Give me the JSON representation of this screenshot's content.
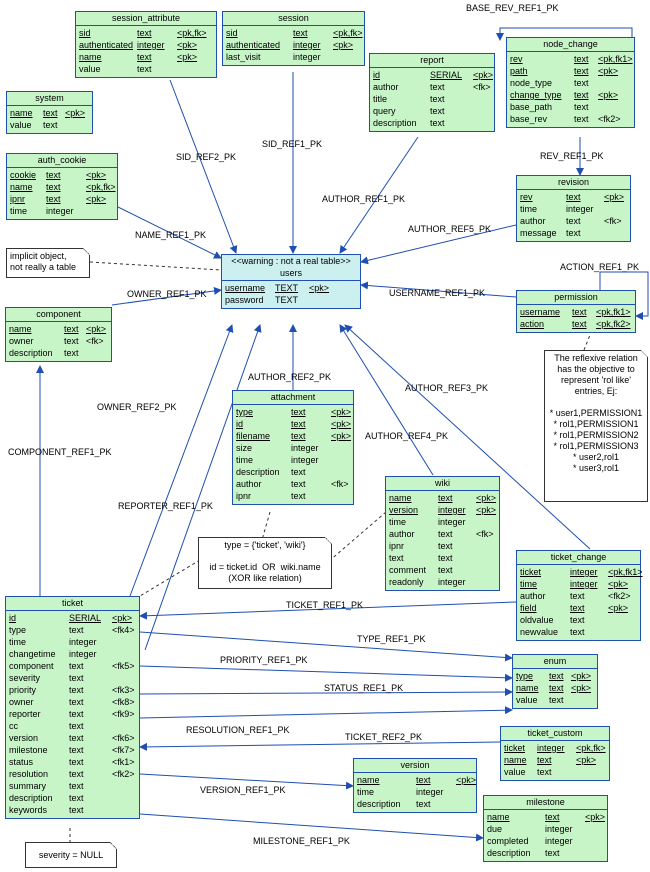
{
  "entities": {
    "session_attribute": {
      "name": "session_attribute",
      "rows": [
        [
          "sid",
          "text",
          "<pk,fk>"
        ],
        [
          "authenticated",
          "integer",
          "<pk>"
        ],
        [
          "name",
          "text",
          "<pk>"
        ],
        [
          "value",
          "text",
          ""
        ]
      ],
      "pk": [
        0,
        1,
        2
      ]
    },
    "session": {
      "name": "session",
      "rows": [
        [
          "sid",
          "text",
          "<pk,fk>"
        ],
        [
          "authenticated",
          "integer",
          "<pk>"
        ],
        [
          "last_visit",
          "integer",
          ""
        ]
      ],
      "pk": [
        0,
        1
      ]
    },
    "report": {
      "name": "report",
      "rows": [
        [
          "id",
          "SERIAL",
          "<pk>"
        ],
        [
          "author",
          "text",
          "<fk>"
        ],
        [
          "title",
          "text",
          ""
        ],
        [
          "query",
          "text",
          ""
        ],
        [
          "description",
          "text",
          ""
        ]
      ],
      "pk": [
        0
      ]
    },
    "node_change": {
      "name": "node_change",
      "rows": [
        [
          "rev",
          "text",
          "<pk,fk1>"
        ],
        [
          "path",
          "text",
          "<pk>"
        ],
        [
          "node_type",
          "text",
          ""
        ],
        [
          "change_type",
          "text",
          "<pk>"
        ],
        [
          "base_path",
          "text",
          ""
        ],
        [
          "base_rev",
          "text",
          "<fk2>"
        ]
      ],
      "pk": [
        0,
        1,
        3
      ]
    },
    "system": {
      "name": "system",
      "rows": [
        [
          "name",
          "text",
          "<pk>"
        ],
        [
          "value",
          "text",
          ""
        ]
      ],
      "pk": [
        0
      ]
    },
    "auth_cookie": {
      "name": "auth_cookie",
      "rows": [
        [
          "cookie",
          "text",
          "<pk>"
        ],
        [
          "name",
          "text",
          "<pk,fk>"
        ],
        [
          "ipnr",
          "text",
          "<pk>"
        ],
        [
          "time",
          "integer",
          ""
        ]
      ],
      "pk": [
        0,
        1,
        2
      ]
    },
    "revision": {
      "name": "revision",
      "rows": [
        [
          "rev",
          "text",
          "<pk>"
        ],
        [
          "time",
          "integer",
          ""
        ],
        [
          "author",
          "text",
          "<fk>"
        ],
        [
          "message",
          "text",
          ""
        ]
      ],
      "pk": [
        0
      ]
    },
    "users": {
      "name": "users",
      "stereotype": "<<warning : not a real table>>",
      "rows": [
        [
          "username",
          "TEXT",
          "<pk>"
        ],
        [
          "password",
          "TEXT",
          ""
        ]
      ],
      "pk": [
        0
      ]
    },
    "permission": {
      "name": "permission",
      "rows": [
        [
          "username",
          "text",
          "<pk,fk1>"
        ],
        [
          "action",
          "text",
          "<pk,fk2>"
        ]
      ],
      "pk": [
        0,
        1
      ]
    },
    "component": {
      "name": "component",
      "rows": [
        [
          "name",
          "text",
          "<pk>"
        ],
        [
          "owner",
          "text",
          "<fk>"
        ],
        [
          "description",
          "text",
          ""
        ]
      ],
      "pk": [
        0
      ]
    },
    "attachment": {
      "name": "attachment",
      "rows": [
        [
          "type",
          "text",
          "<pk>"
        ],
        [
          "id",
          "text",
          "<pk>"
        ],
        [
          "filename",
          "text",
          "<pk>"
        ],
        [
          "size",
          "integer",
          ""
        ],
        [
          "time",
          "integer",
          ""
        ],
        [
          "description",
          "text",
          ""
        ],
        [
          "author",
          "text",
          "<fk>"
        ],
        [
          "ipnr",
          "text",
          ""
        ]
      ],
      "pk": [
        0,
        1,
        2
      ]
    },
    "wiki": {
      "name": "wiki",
      "rows": [
        [
          "name",
          "text",
          "<pk>"
        ],
        [
          "version",
          "integer",
          "<pk>"
        ],
        [
          "time",
          "integer",
          ""
        ],
        [
          "author",
          "text",
          "<fk>"
        ],
        [
          "ipnr",
          "text",
          ""
        ],
        [
          "text",
          "text",
          ""
        ],
        [
          "comment",
          "text",
          ""
        ],
        [
          "readonly",
          "integer",
          ""
        ]
      ],
      "pk": [
        0,
        1
      ]
    },
    "ticket_change": {
      "name": "ticket_change",
      "rows": [
        [
          "ticket",
          "integer",
          "<pk,fk1>"
        ],
        [
          "time",
          "integer",
          "<pk>"
        ],
        [
          "author",
          "text",
          "<fk2>"
        ],
        [
          "field",
          "text",
          "<pk>"
        ],
        [
          "oldvalue",
          "text",
          ""
        ],
        [
          "newvalue",
          "text",
          ""
        ]
      ],
      "pk": [
        0,
        1,
        3
      ]
    },
    "ticket": {
      "name": "ticket",
      "rows": [
        [
          "id",
          "SERIAL",
          "<pk>"
        ],
        [
          "type",
          "text",
          "<fk4>"
        ],
        [
          "time",
          "integer",
          ""
        ],
        [
          "changetime",
          "integer",
          ""
        ],
        [
          "component",
          "text",
          "<fk5>"
        ],
        [
          "severity",
          "text",
          ""
        ],
        [
          "priority",
          "text",
          "<fk3>"
        ],
        [
          "owner",
          "text",
          "<fk8>"
        ],
        [
          "reporter",
          "text",
          "<fk9>"
        ],
        [
          "cc",
          "text",
          ""
        ],
        [
          "version",
          "text",
          "<fk6>"
        ],
        [
          "milestone",
          "text",
          "<fk7>"
        ],
        [
          "status",
          "text",
          "<fk1>"
        ],
        [
          "resolution",
          "text",
          "<fk2>"
        ],
        [
          "summary",
          "text",
          ""
        ],
        [
          "description",
          "text",
          ""
        ],
        [
          "keywords",
          "text",
          ""
        ]
      ],
      "pk": [
        0
      ]
    },
    "enum": {
      "name": "enum",
      "rows": [
        [
          "type",
          "text",
          "<pk>"
        ],
        [
          "name",
          "text",
          "<pk>"
        ],
        [
          "value",
          "text",
          ""
        ]
      ],
      "pk": [
        0,
        1
      ]
    },
    "ticket_custom": {
      "name": "ticket_custom",
      "rows": [
        [
          "ticket",
          "integer",
          "<pk,fk>"
        ],
        [
          "name",
          "text",
          "<pk>"
        ],
        [
          "value",
          "text",
          ""
        ]
      ],
      "pk": [
        0,
        1
      ]
    },
    "version": {
      "name": "version",
      "rows": [
        [
          "name",
          "text",
          "<pk>"
        ],
        [
          "time",
          "integer",
          ""
        ],
        [
          "description",
          "text",
          ""
        ]
      ],
      "pk": [
        0
      ]
    },
    "milestone": {
      "name": "milestone",
      "rows": [
        [
          "name",
          "text",
          "<pk>"
        ],
        [
          "due",
          "integer",
          ""
        ],
        [
          "completed",
          "integer",
          ""
        ],
        [
          "description",
          "text",
          ""
        ]
      ],
      "pk": [
        0
      ]
    }
  },
  "notes": {
    "implicit": "implicit object,\nnot really a table",
    "reflexive": "The reflexive relation\nhas the objective to\nrepresent 'rol like'\nentries, Ej:\n\n* user1,PERMISSION1\n* rol1,PERMISSION1\n* rol1,PERMISSION2\n* rol1,PERMISSION3\n* user2,rol1\n* user3,rol1",
    "xor": "type = {'ticket', 'wiki'}\n\nid = ticket.id  OR  wiki.name\n(XOR like relation)",
    "severity": "severity = NULL"
  },
  "relations": {
    "base_rev_ref1_pk": "BASE_REV_REF1_PK",
    "sid_ref2_pk": "SID_REF2_PK",
    "sid_ref1_pk": "SID_REF1_PK",
    "rev_ref1_pk": "REV_REF1_PK",
    "author_ref1_pk": "AUTHOR_REF1_PK",
    "name_ref1_pk": "NAME_REF1_PK",
    "author_ref5_pk": "AUTHOR_REF5_PK",
    "action_ref1_pk": "ACTION_REF1_PK",
    "owner_ref1_pk": "OWNER_REF1_PK",
    "username_ref1_pk": "USERNAME_REF1_PK",
    "author_ref2_pk": "AUTHOR_REF2_PK",
    "author_ref3_pk": "AUTHOR_REF3_PK",
    "owner_ref2_pk": "OWNER_REF2_PK",
    "author_ref4_pk": "AUTHOR_REF4_PK",
    "component_ref1_pk": "COMPONENT_REF1_PK",
    "reporter_ref1_pk": "REPORTER_REF1_PK",
    "ticket_ref1_pk": "TICKET_REF1_PK",
    "type_ref1_pk": "TYPE_REF1_PK",
    "priority_ref1_pk": "PRIORITY_REF1_PK",
    "status_ref1_pk": "STATUS_REF1_PK",
    "resolution_ref1_pk": "RESOLUTION_REF1_PK",
    "ticket_ref2_pk": "TICKET_REF2_PK",
    "version_ref1_pk": "VERSION_REF1_PK",
    "milestone_ref1_pk": "MILESTONE_REF1_PK"
  },
  "colors": {
    "line": "#1f4fb0",
    "entity_fill": "#c8f5c8",
    "users_fill": "#ccf0f0"
  }
}
